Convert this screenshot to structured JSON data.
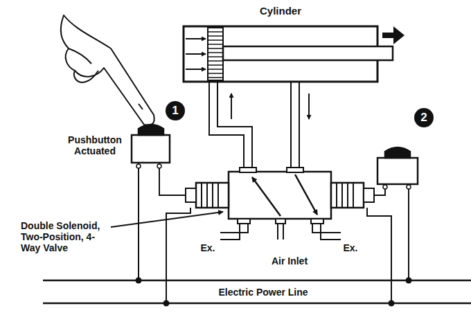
{
  "diagram": {
    "nodes": [
      {
        "text": [
          "Cylinder"
        ]
      }
    ],
    "labels": [
      "Pushbutton Actuated",
      "1",
      "2",
      "Double Solenoid, Two-Position, 4-Way Valve",
      "Ex.",
      "Ex.",
      "Air Inlet",
      "Electric Power Line"
    ]
  }
}
